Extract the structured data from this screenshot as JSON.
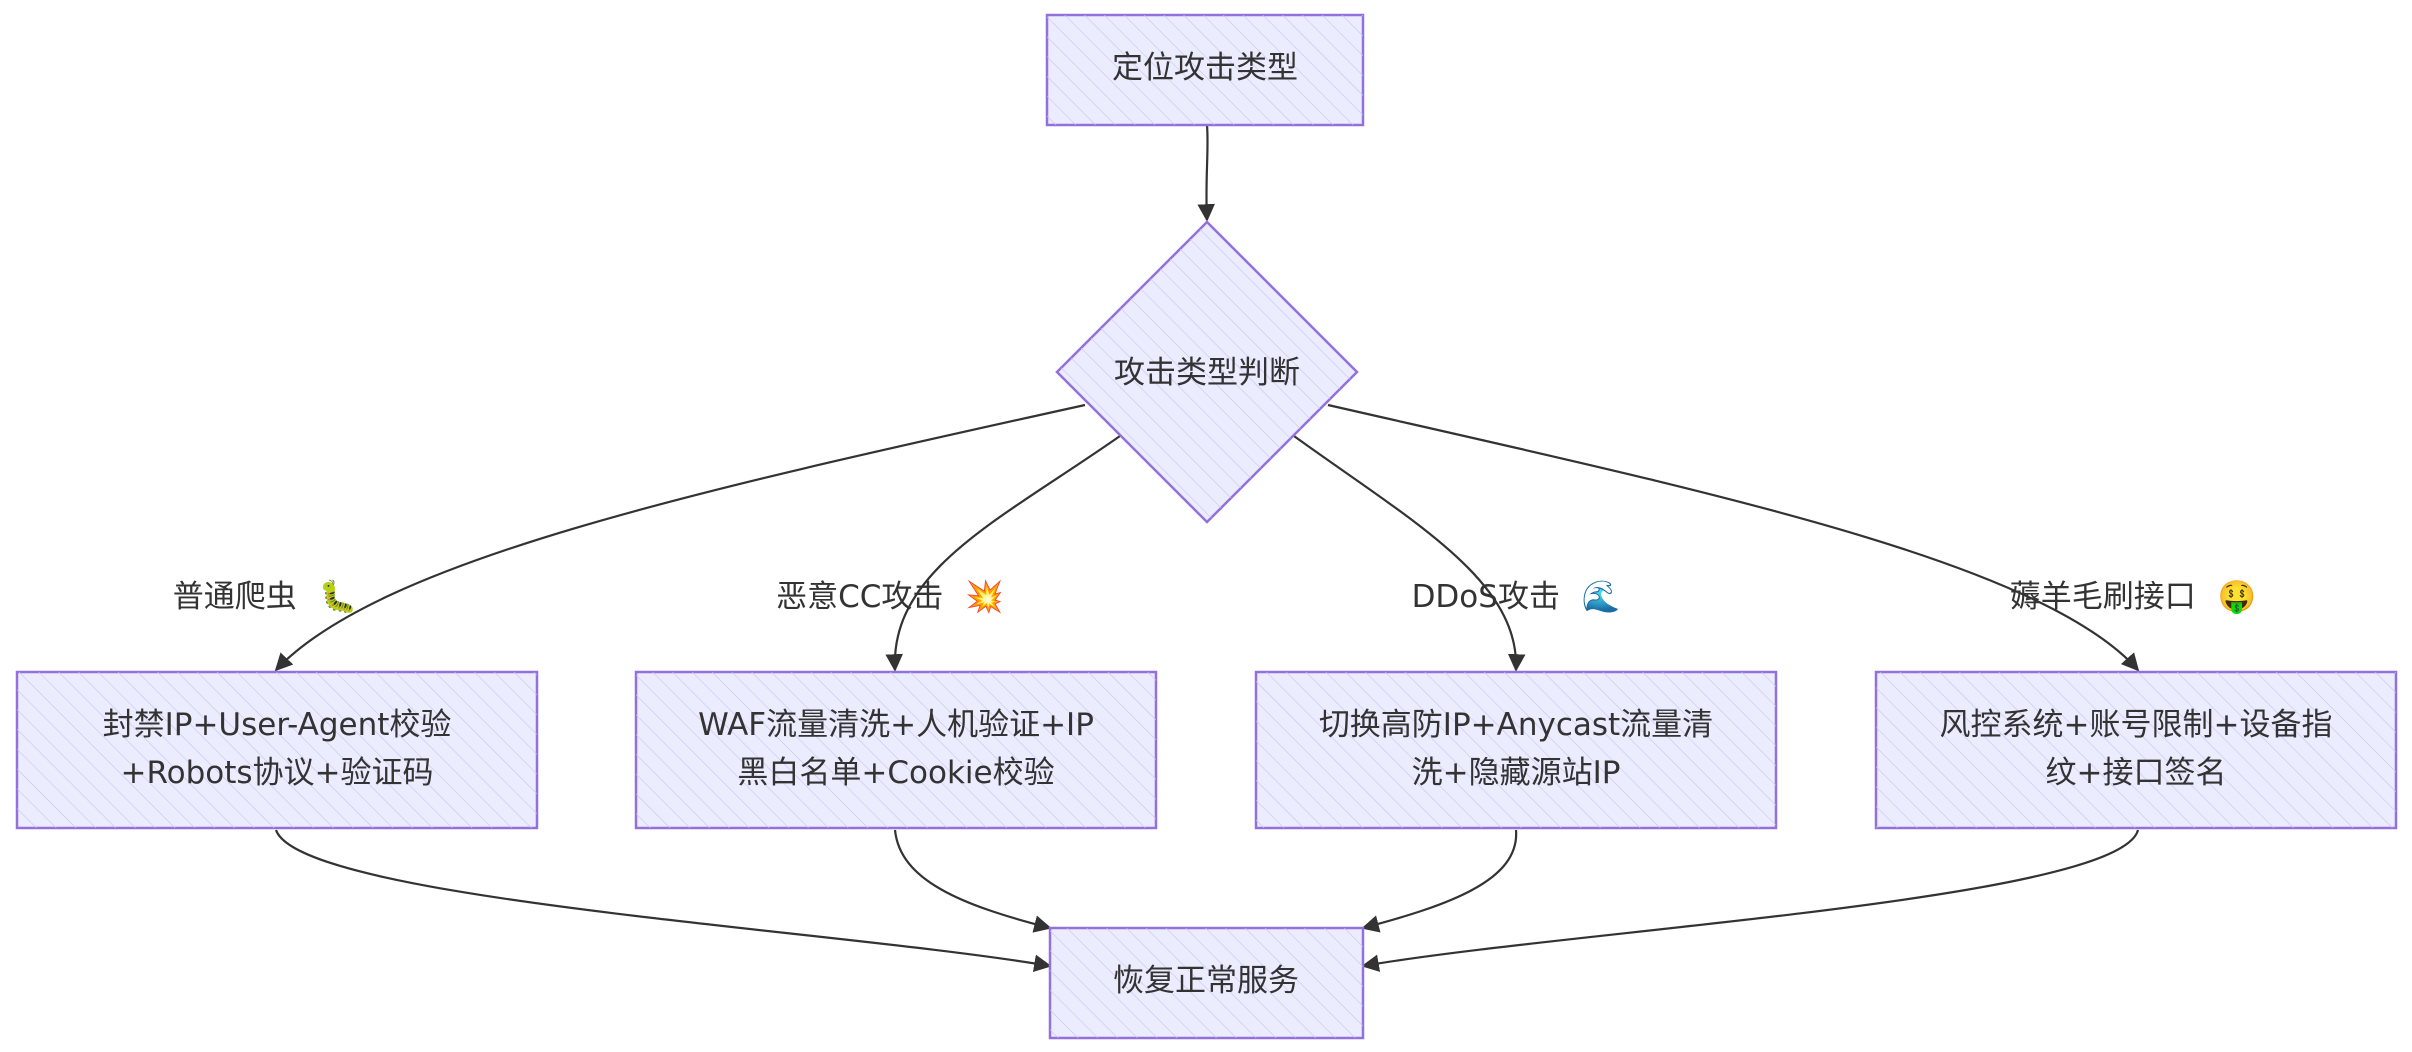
{
  "nodes": {
    "start": {
      "text": "定位攻击类型"
    },
    "decision": {
      "text": "攻击类型判断"
    },
    "action1": {
      "lines": [
        "封禁IP+User-Agent校验",
        "+Robots协议+验证码"
      ]
    },
    "action2": {
      "lines": [
        "WAF流量清洗+人机验证+IP",
        "黑白名单+Cookie校验"
      ]
    },
    "action3": {
      "lines": [
        "切换高防IP+Anycast流量清",
        "洗+隐藏源站IP"
      ]
    },
    "action4": {
      "lines": [
        "风控系统+账号限制+设备指",
        "纹+接口签名"
      ]
    },
    "end": {
      "text": "恢复正常服务"
    }
  },
  "edge_labels": {
    "crawler": {
      "text": "普通爬虫",
      "emoji": "🐛"
    },
    "cc": {
      "text": "恶意CC攻击",
      "emoji": "💥"
    },
    "ddos": {
      "text": "DDoS攻击",
      "emoji": "🌊"
    },
    "abuse": {
      "text": "薅羊毛刷接口",
      "emoji": "🤑"
    }
  },
  "colors": {
    "node_fill": "#ececff",
    "node_stroke": "#9370db",
    "edge": "#333333",
    "text": "#333333"
  }
}
